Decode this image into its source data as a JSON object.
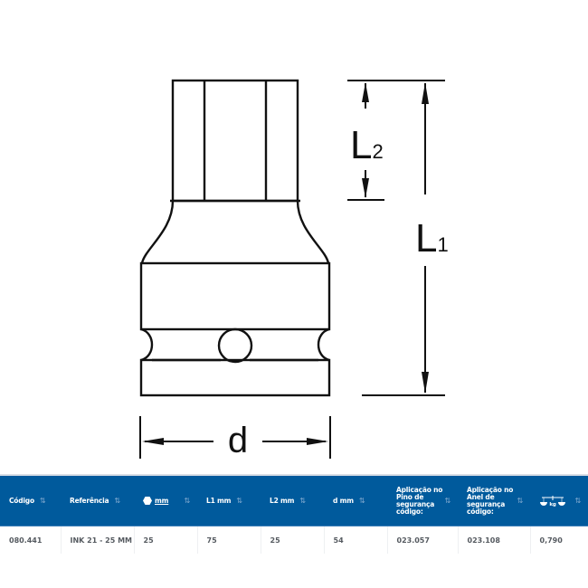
{
  "drawing": {
    "labels": {
      "l1": "L",
      "l1_sub": "1",
      "l2": "L",
      "l2_sub": "2",
      "d": "d"
    },
    "stroke_color": "#111111"
  },
  "table": {
    "header_color": "#005a9c",
    "sort_icon": "⇅",
    "columns": [
      {
        "key": "codigo",
        "label": "Código"
      },
      {
        "key": "referencia",
        "label": "Referência"
      },
      {
        "key": "hex",
        "label": "mm",
        "icon": "hexagon-icon"
      },
      {
        "key": "l1",
        "label": "L1 mm"
      },
      {
        "key": "l2",
        "label": "L2 mm"
      },
      {
        "key": "d",
        "label": "d mm"
      },
      {
        "key": "pino",
        "label": "Aplicação no Pino de segurança código:"
      },
      {
        "key": "anel",
        "label": "Aplicação no Anel de segurança código:"
      },
      {
        "key": "peso",
        "label": "kg",
        "icon": "scale-icon"
      }
    ],
    "rows": [
      {
        "codigo": "080.441",
        "referencia": "INK 21 - 25 MM",
        "hex": "25",
        "l1": "75",
        "l2": "25",
        "d": "54",
        "pino": "023.057",
        "anel": "023.108",
        "peso": "0,790"
      }
    ]
  }
}
